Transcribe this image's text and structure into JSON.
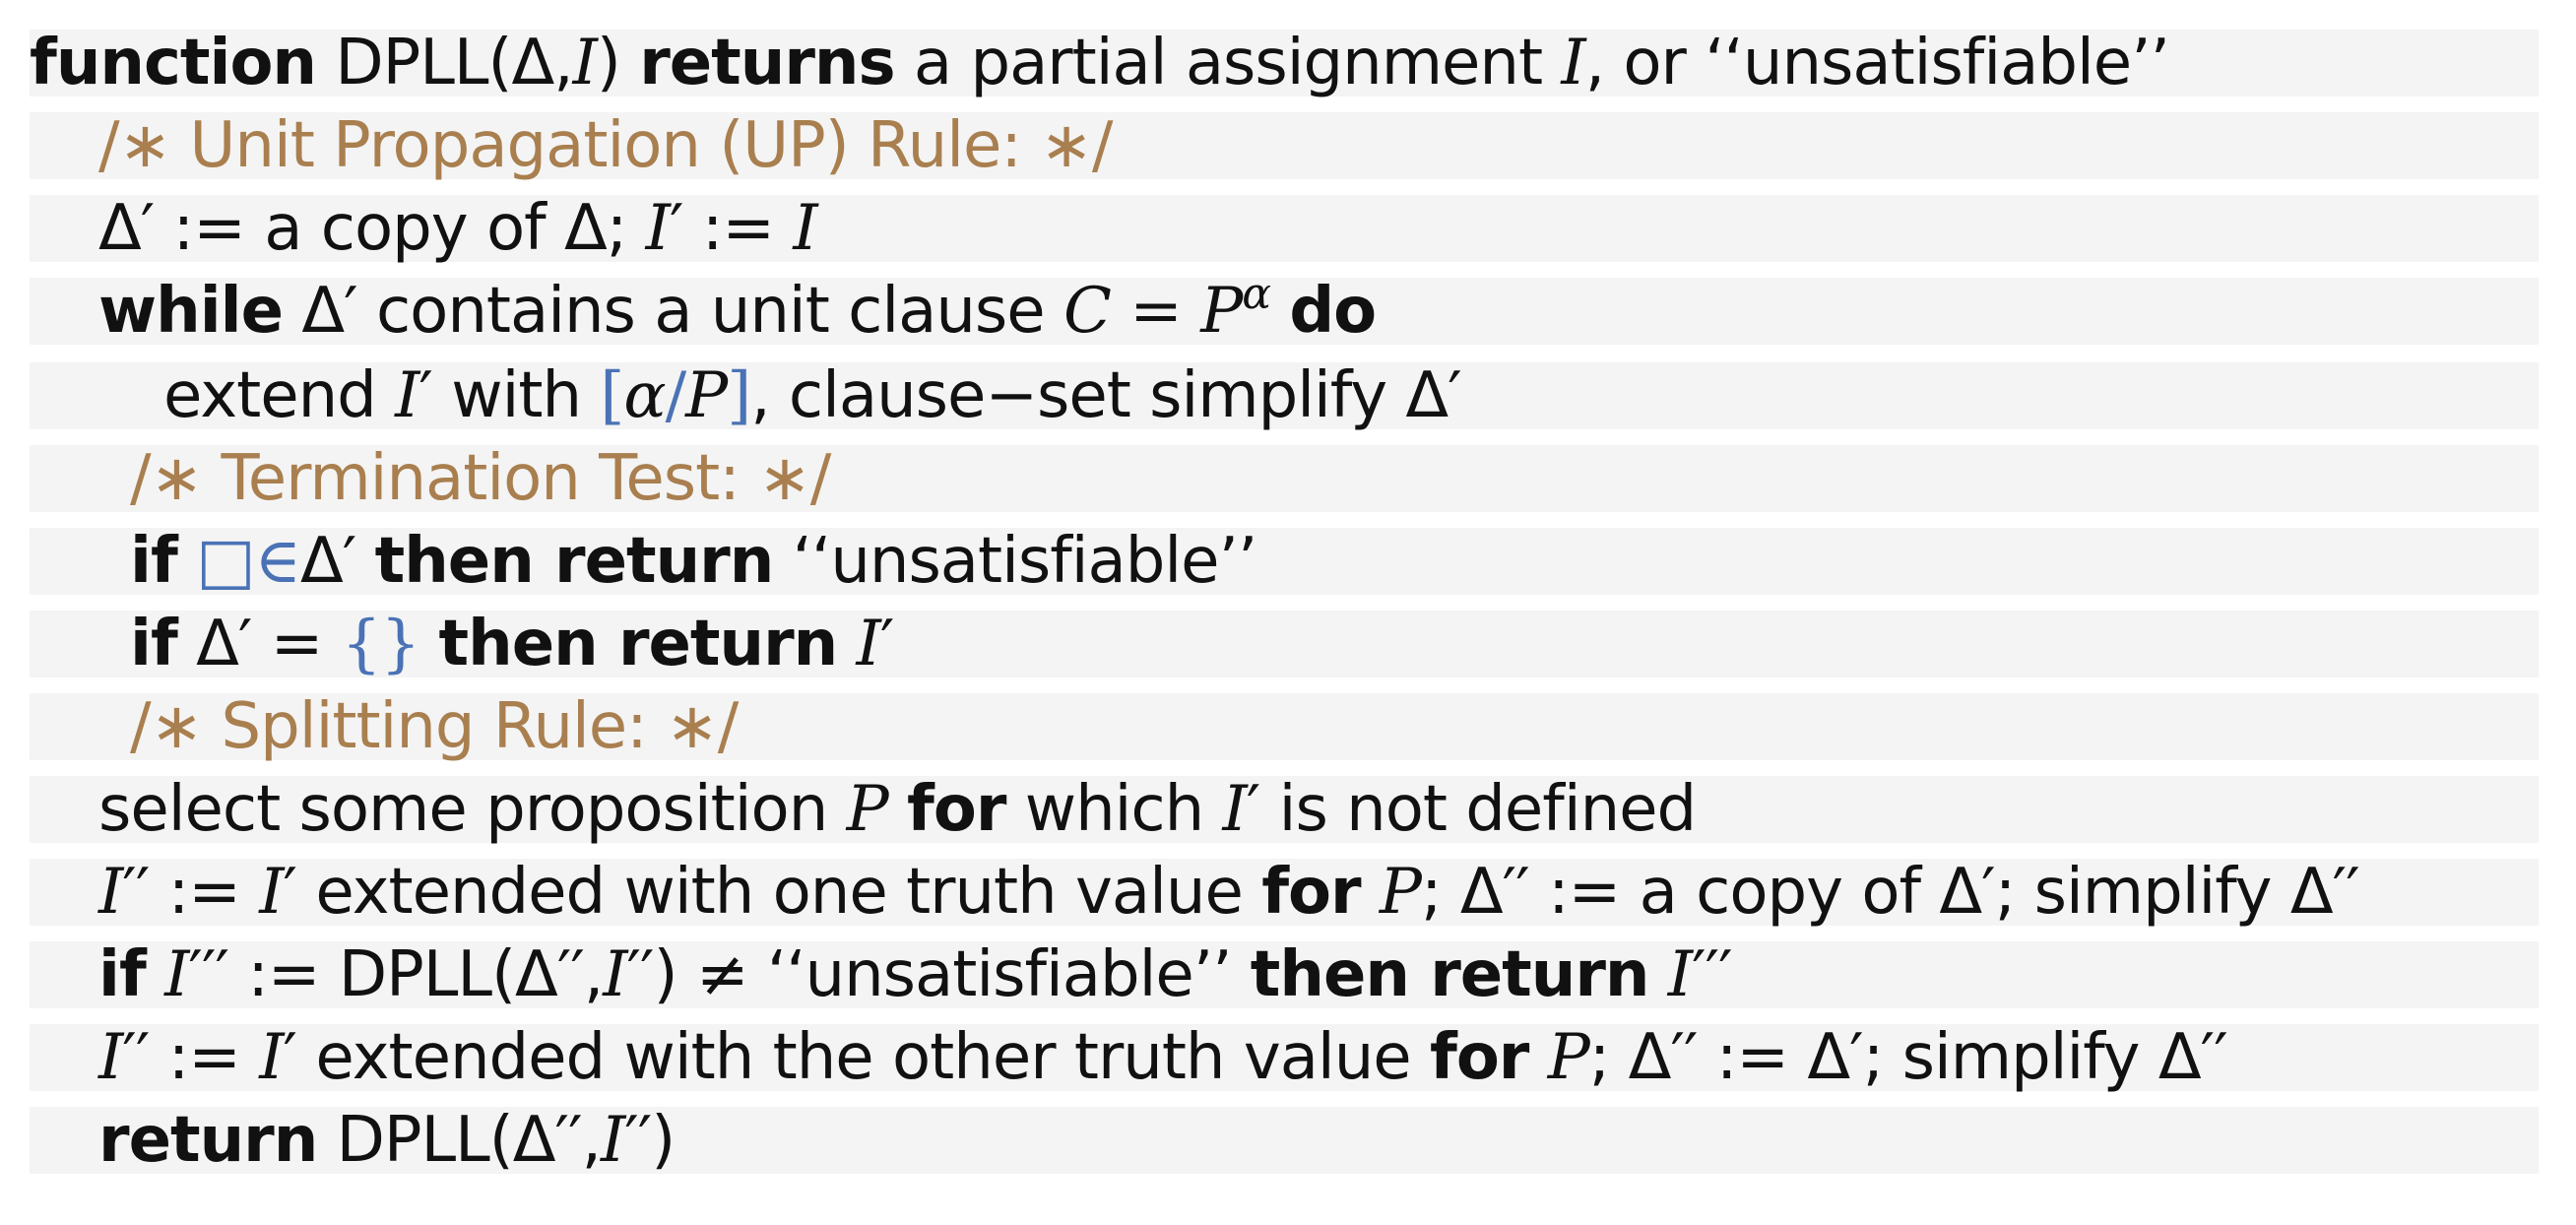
{
  "colors": {
    "comment": "#a97f4f",
    "symbol_blue": "#4a72b5",
    "row_shade": "#f4f4f4"
  },
  "lines": [
    [
      {
        "t": "function",
        "k": 1
      },
      {
        "t": " DPLL(Δ,"
      },
      {
        "t": "I",
        "i": 1
      },
      {
        "t": ") "
      },
      {
        "t": "returns",
        "k": 1
      },
      {
        "t": " a partial assignment "
      },
      {
        "t": "I",
        "i": 1
      },
      {
        "t": ", or ‘‘unsatisfiable’’"
      }
    ],
    [
      {
        "t": "/∗ Unit Propagation (UP) Rule: ∗/",
        "c": 1
      }
    ],
    [
      {
        "t": "Δ′ := a copy of Δ; "
      },
      {
        "t": "I",
        "i": 1
      },
      {
        "t": "′ := "
      },
      {
        "t": "I",
        "i": 1
      }
    ],
    [
      {
        "t": "while",
        "k": 1
      },
      {
        "t": " Δ′ contains a unit clause "
      },
      {
        "t": "C",
        "i": 1
      },
      {
        "t": " = ",
        "m": 1
      },
      {
        "t": "P",
        "i": 1
      },
      {
        "t": "α",
        "i": 1,
        "sup": 1
      },
      {
        "t": " "
      },
      {
        "t": "do",
        "k": 1
      }
    ],
    [
      {
        "t": "extend "
      },
      {
        "t": "I",
        "i": 1
      },
      {
        "t": "′ with "
      },
      {
        "t": "[",
        "b": 1
      },
      {
        "t": "α",
        "i": 1
      },
      {
        "t": "/",
        "b": 1
      },
      {
        "t": "P",
        "i": 1
      },
      {
        "t": "]",
        "b": 1
      },
      {
        "t": ", clause−set simplify Δ′"
      }
    ],
    [
      {
        "t": "/∗ Termination Test: ∗/",
        "c": 1
      }
    ],
    [
      {
        "t": "if",
        "k": 1
      },
      {
        "t": " "
      },
      {
        "t": "□∈",
        "b": 1
      },
      {
        "t": "Δ′ "
      },
      {
        "t": "then return",
        "k": 1
      },
      {
        "t": " ‘‘unsatisfiable’’"
      }
    ],
    [
      {
        "t": "if",
        "k": 1
      },
      {
        "t": " Δ′ = "
      },
      {
        "t": "{}",
        "b": 1
      },
      {
        "t": " "
      },
      {
        "t": "then return",
        "k": 1
      },
      {
        "t": " "
      },
      {
        "t": "I",
        "i": 1
      },
      {
        "t": "′"
      }
    ],
    [
      {
        "t": "/∗ Splitting Rule: ∗/",
        "c": 1
      }
    ],
    [
      {
        "t": "select some proposition "
      },
      {
        "t": "P",
        "i": 1
      },
      {
        "t": " "
      },
      {
        "t": "for",
        "k": 1
      },
      {
        "t": " which "
      },
      {
        "t": "I",
        "i": 1
      },
      {
        "t": "′ is not defined"
      }
    ],
    [
      {
        "t": "I",
        "i": 1
      },
      {
        "t": "′′ := "
      },
      {
        "t": "I",
        "i": 1
      },
      {
        "t": "′ extended with one truth value "
      },
      {
        "t": "for",
        "k": 1
      },
      {
        "t": " "
      },
      {
        "t": "P",
        "i": 1
      },
      {
        "t": "; Δ′′ := a copy of Δ′; simplify Δ′′"
      }
    ],
    [
      {
        "t": "if",
        "k": 1
      },
      {
        "t": " "
      },
      {
        "t": "I",
        "i": 1
      },
      {
        "t": "′′′ := DPLL(Δ′′,"
      },
      {
        "t": "I",
        "i": 1
      },
      {
        "t": "′′) ≠ ‘‘unsatisfiable’’ "
      },
      {
        "t": "then return",
        "k": 1
      },
      {
        "t": " "
      },
      {
        "t": "I",
        "i": 1
      },
      {
        "t": "′′′"
      }
    ],
    [
      {
        "t": "I",
        "i": 1
      },
      {
        "t": "′′ := "
      },
      {
        "t": "I",
        "i": 1
      },
      {
        "t": "′ extended with the other truth value "
      },
      {
        "t": "for",
        "k": 1
      },
      {
        "t": " "
      },
      {
        "t": "P",
        "i": 1
      },
      {
        "t": "; Δ′′ := Δ′; simplify Δ′′"
      }
    ],
    [
      {
        "t": "return",
        "k": 1
      },
      {
        "t": " DPLL(Δ′′,"
      },
      {
        "t": "I",
        "i": 1
      },
      {
        "t": "′′)"
      }
    ]
  ]
}
